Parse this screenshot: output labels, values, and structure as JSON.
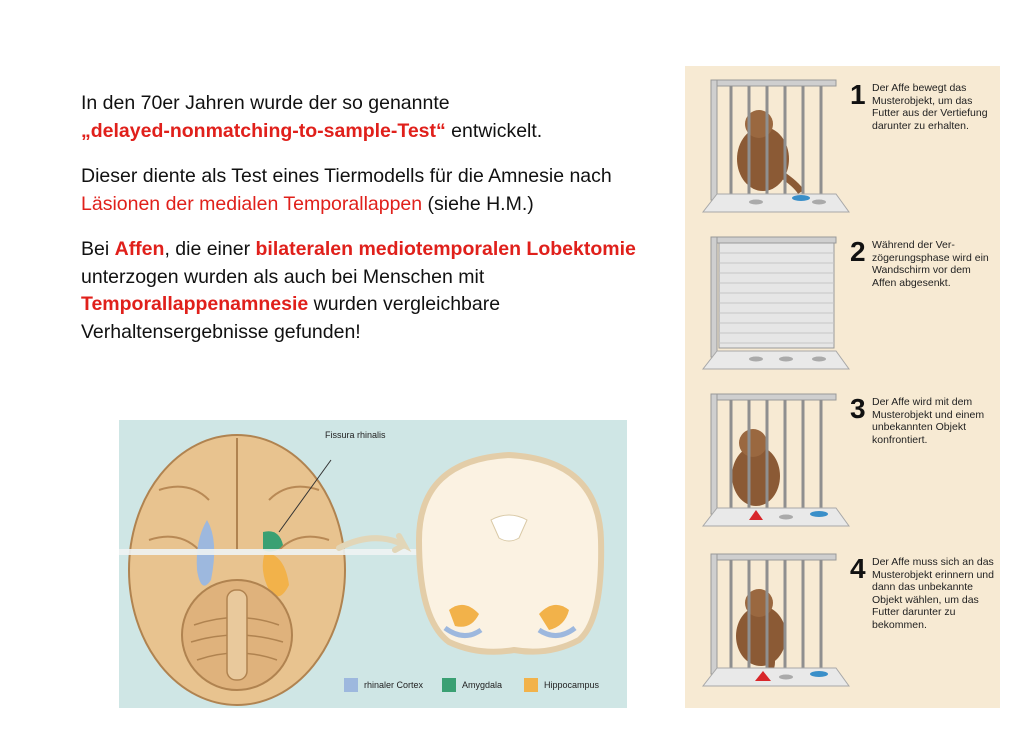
{
  "text": {
    "p1_line1": "In den 70er Jahren wurde der so genannte",
    "p1_red": "„delayed-nonmatching-to-sample-Test“",
    "p1_rest": " entwickelt.",
    "p2_a": "Dieser diente als Test eines Tiermodells für die Amnesie nach ",
    "p2_red": "Läsionen der medialen Temporallappen",
    "p2_b": " (siehe H.M.)",
    "p3_a": "Bei ",
    "p3_red1": "Affen",
    "p3_b": ", die einer ",
    "p3_red2": "bilateralen mediotemporalen Lobektomie",
    "p3_c": " unterzogen wurden als auch bei Menschen mit ",
    "p3_red3": "Temporallappenamnesie",
    "p3_d": " wurden vergleichbare Verhaltensergebnisse gefunden!"
  },
  "brain_figure": {
    "fissura_label": "Fissura rhinalis",
    "legend": [
      {
        "label": "rhinaler Cortex",
        "color": "#9db8de"
      },
      {
        "label": "Amygdala",
        "color": "#3aa073"
      },
      {
        "label": "Hippocampus",
        "color": "#f2b24a"
      }
    ]
  },
  "steps": [
    {
      "number": "1",
      "text": "Der Affe bewegt das Musterobjekt, um das Futter aus der Vertiefung darunter zu erhalten."
    },
    {
      "number": "2",
      "text": "Während der Ver-zögerungsphase wird ein Wandschirm vor dem Affen abgesenkt."
    },
    {
      "number": "3",
      "text": "Der Affe wird mit dem Musterobjekt und einem unbekannten Objekt konfrontiert."
    },
    {
      "number": "4",
      "text": "Der Affe muss sich an das Musterobjekt erinnern und dann das unbekannte Objekt wählen, um das Futter darunter zu bekommen."
    }
  ],
  "colors": {
    "accent_red": "#e0201b",
    "panel_bg": "#f7ead3",
    "figure_bg": "#cfe6e5"
  }
}
